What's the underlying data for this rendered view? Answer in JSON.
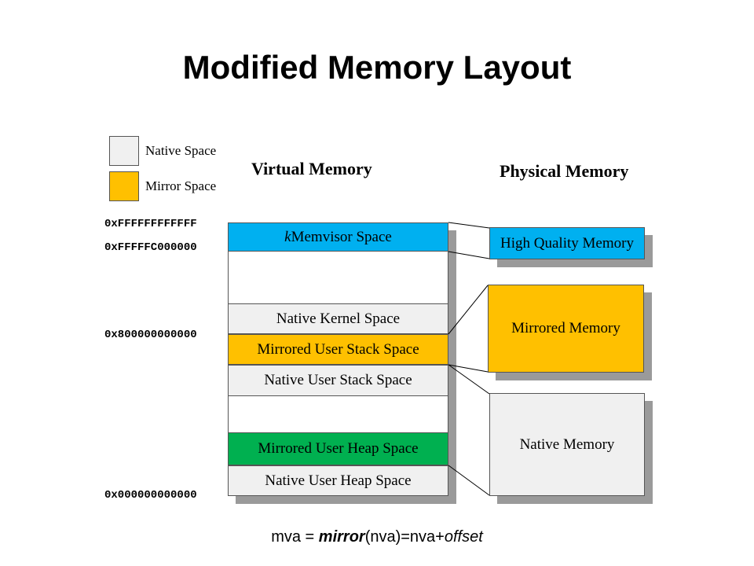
{
  "title": "Modified Memory Layout",
  "legend": {
    "native": {
      "label": "Native Space",
      "color": "#f0f0f0"
    },
    "mirror": {
      "label": "Mirror Space",
      "color": "#ffc000"
    }
  },
  "headings": {
    "virtual": "Virtual Memory",
    "physical": "Physical Memory"
  },
  "addresses": [
    "0xFFFFFFFFFFFF",
    "0xFFFFFC000000",
    "0x800000000000",
    "0x000000000000"
  ],
  "virtual_regions": [
    {
      "label_italic": "k",
      "label": "Memvisor Space",
      "color": "#00b0f0"
    },
    {
      "label": "Native Kernel Space",
      "color": "#f0f0f0"
    },
    {
      "label": "Mirrored User Stack Space",
      "color": "#ffc000"
    },
    {
      "label": "Native User Stack Space",
      "color": "#f0f0f0"
    },
    {
      "label": "Mirrored User Heap Space",
      "color": "#00b050"
    },
    {
      "label": "Native User Heap Space",
      "color": "#f0f0f0"
    }
  ],
  "physical_regions": [
    {
      "label": "High Quality Memory",
      "color": "#00b0f0"
    },
    {
      "label": "Mirrored Memory",
      "color": "#ffc000"
    },
    {
      "label": "Native Memory",
      "color": "#f0f0f0"
    }
  ],
  "formula": {
    "prefix": "mva = ",
    "func": "mirror",
    "middle": "(nva)=nva+",
    "suffix": "offset"
  }
}
